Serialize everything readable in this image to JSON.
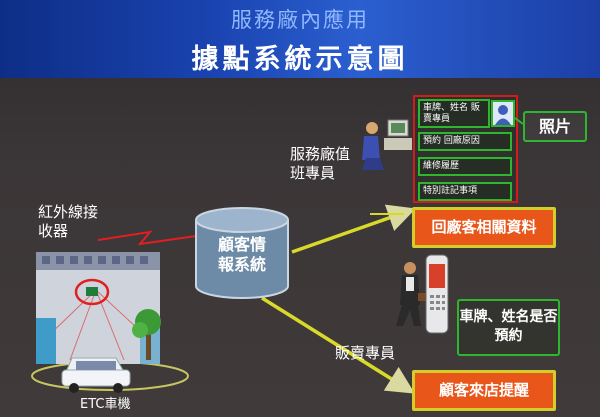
{
  "header": {
    "subtitle": "服務廠內應用",
    "title": "據點系統示意圖"
  },
  "labels": {
    "receiver": "紅外線接收器",
    "service_staff": "服務廠值班專員",
    "sales_staff": "販賣專員",
    "etc_device": "ETC車機"
  },
  "database": {
    "label": "顧客情報系統"
  },
  "info_panel": {
    "id_line": "車牌、姓名 販賣專員",
    "visit_reason": "預約 回廠原因",
    "repair_history": "維修履歷",
    "special_notes": "特別註記事項"
  },
  "photo_label": "照片",
  "outputs": {
    "customer_data": "回廠客相關資料",
    "store_alert": "顧客來店提醒"
  },
  "reservation_box": "車牌、姓名是否預約",
  "colors": {
    "header_blue": "#1a43b0",
    "panel_border_red": "#d21c1c",
    "item_border_green": "#2fb62f",
    "output_orange": "#e8561a",
    "output_border_yellow": "#d4ce2a",
    "arrow_yellow": "#d9d92a",
    "link_red": "#e02020"
  },
  "icons": [
    "desk-staff-illustration",
    "salesman-illustration",
    "mobile-phone-icon",
    "garage-illustration",
    "car-icon",
    "tree-icon",
    "person-avatar-icon"
  ]
}
